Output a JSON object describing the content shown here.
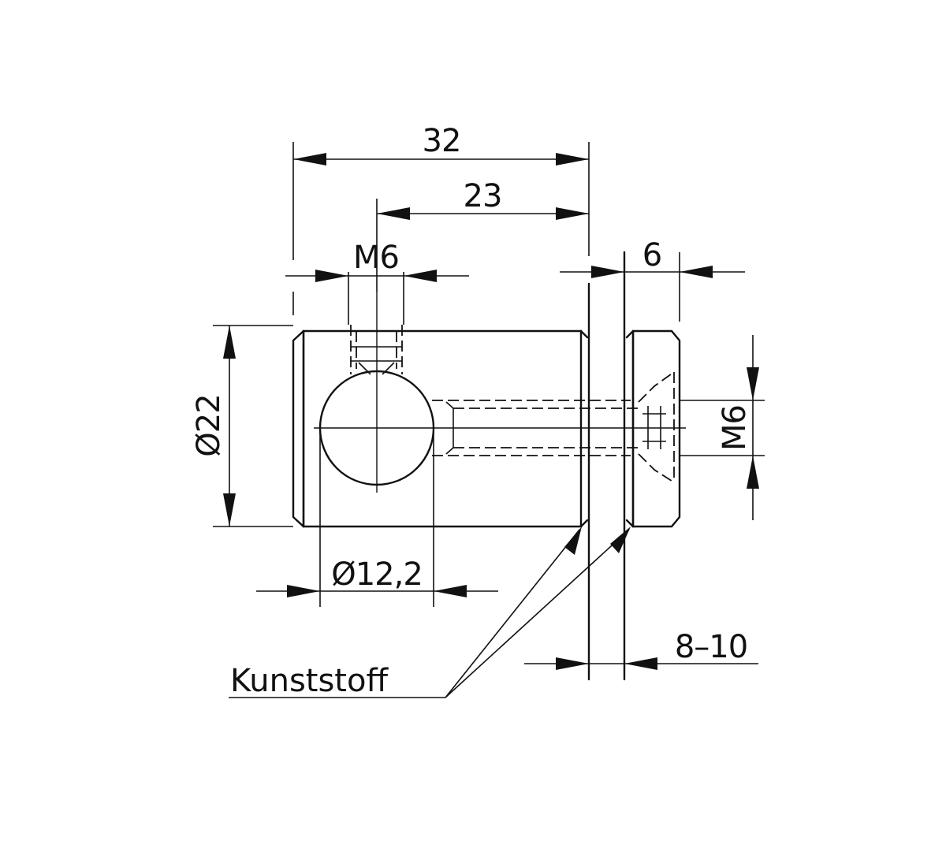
{
  "dimensions": {
    "overall_length": "32",
    "bore_offset": "23",
    "thread_top": "M6",
    "cap_width": "6",
    "diameter_body": "Ø22",
    "diameter_bore": "Ø12,2",
    "thread_side": "M6",
    "glass_thickness": "8–10"
  },
  "material_label": "Kunststoff"
}
